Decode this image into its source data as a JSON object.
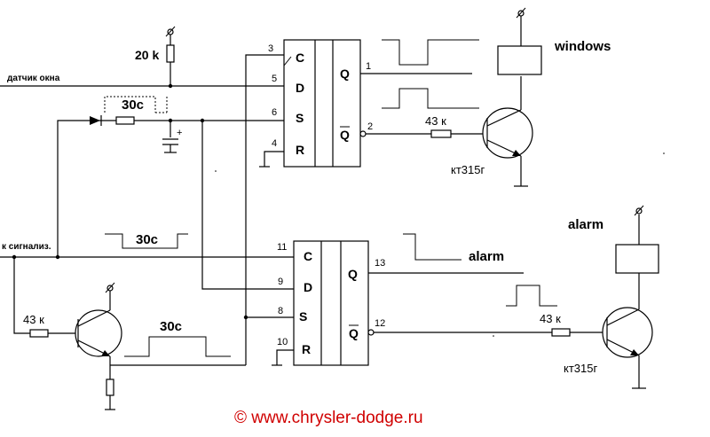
{
  "labels": {
    "r20k": "20 k",
    "sensor": "датчик окна",
    "to_alarm": "к сигнализ.",
    "windows": "windows",
    "alarm_top": "alarm",
    "alarm_out": "alarm",
    "r43_1": "43 к",
    "r43_2": "43 к",
    "r43_3": "43 к",
    "tr1": "кт315г",
    "tr2": "кт315г",
    "pulse1": "30с",
    "pulse2": "30с",
    "pulse3": "30с",
    "copyright": "© www.chrysler-dodge.ru"
  },
  "ff1": {
    "c": "C",
    "d": "D",
    "s": "S",
    "r": "R",
    "q": "Q",
    "qbar": "Q",
    "pin_c": "3",
    "pin_d": "5",
    "pin_s": "6",
    "pin_r": "4",
    "pin_q": "1",
    "pin_qbar": "2"
  },
  "ff2": {
    "c": "C",
    "d": "D",
    "s": "S",
    "r": "R",
    "q": "Q",
    "qbar": "Q",
    "pin_c": "11",
    "pin_d": "9",
    "pin_s": "8",
    "pin_r": "10",
    "pin_q": "13",
    "pin_qbar": "12"
  },
  "cap_polarity": "+"
}
